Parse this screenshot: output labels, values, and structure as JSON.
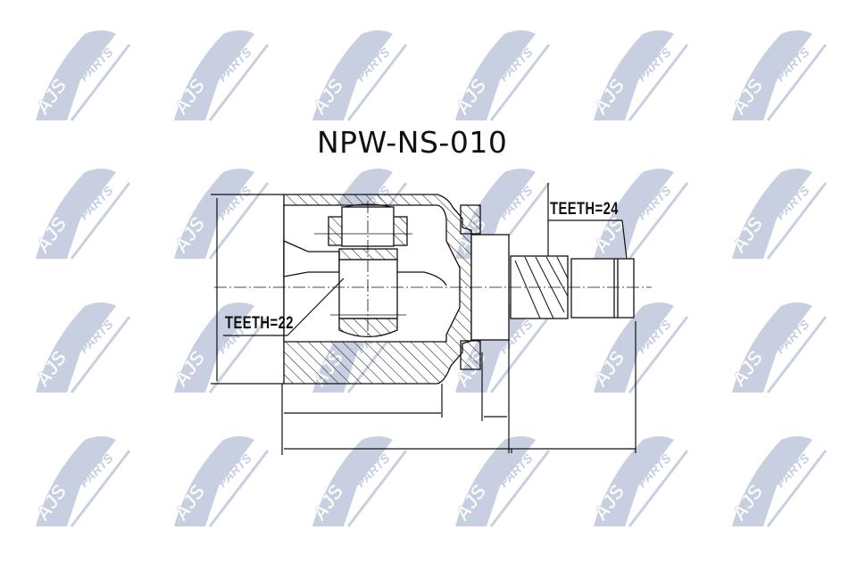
{
  "drawing": {
    "part_number": "NPW-NS-010",
    "inner_teeth_label": "TEETH=22",
    "outer_teeth_label": "TEETH=24"
  },
  "watermark": {
    "brand": "AJS",
    "sub": "PARTS",
    "color": "#c8cfe0",
    "columns_x": [
      35,
      190,
      345,
      505,
      660,
      815
    ],
    "rows_y": [
      30,
      185,
      335,
      485
    ]
  },
  "colors": {
    "line": "#111111",
    "background": "#ffffff"
  }
}
